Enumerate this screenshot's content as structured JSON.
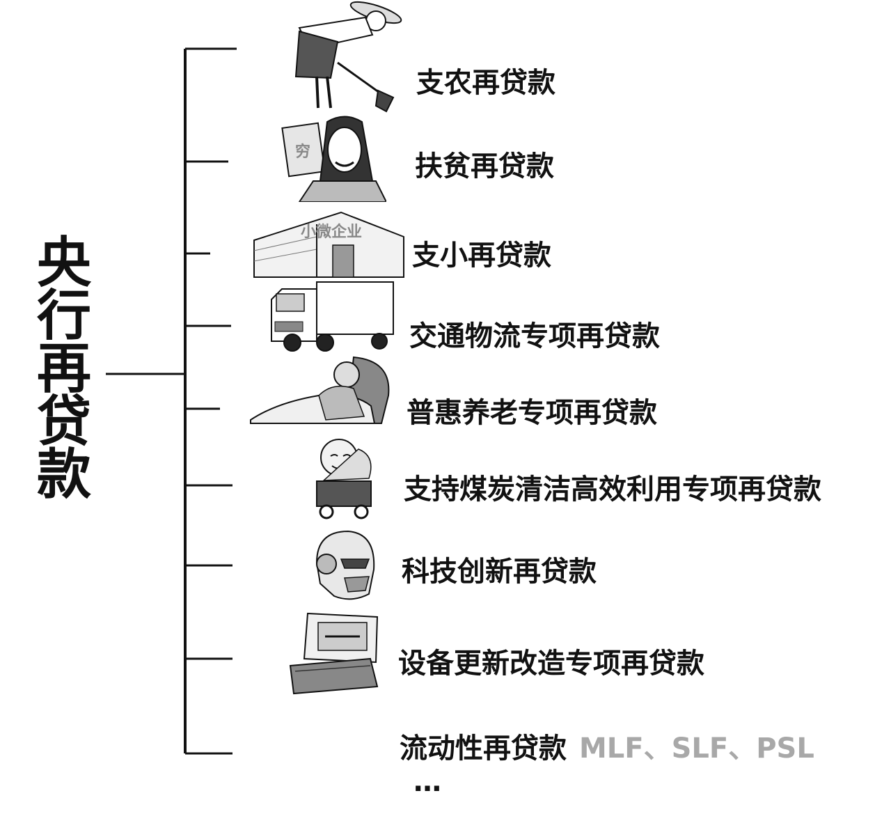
{
  "root": {
    "label": "央行再贷款"
  },
  "items": [
    {
      "label": "支农再贷款",
      "icon": "farmer-icon"
    },
    {
      "label": "扶贫再贷款",
      "icon": "poor-man-icon",
      "icon_text": "穷"
    },
    {
      "label": "支小再贷款",
      "icon": "small-business-icon",
      "icon_text": "小微企业"
    },
    {
      "label": "交通物流专项再贷款",
      "icon": "truck-icon"
    },
    {
      "label": "普惠养老专项再贷款",
      "icon": "elderly-patient-icon"
    },
    {
      "label": "支持煤炭清洁高效利用专项再贷款",
      "icon": "coal-cart-icon"
    },
    {
      "label": "科技创新再贷款",
      "icon": "robot-helmet-icon"
    },
    {
      "label": "设备更新改造专项再贷款",
      "icon": "toolbox-icon"
    },
    {
      "label": "流动性再贷款",
      "note": "MLF、SLF、PSL"
    }
  ],
  "more": "…",
  "colors": {
    "line": "#111111",
    "text": "#111111",
    "note": "#a8a8a8"
  }
}
